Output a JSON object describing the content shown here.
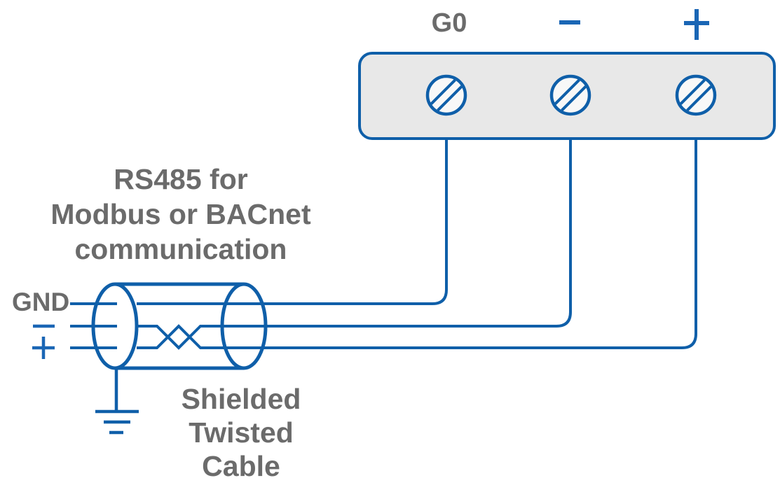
{
  "terminal_block": {
    "terminals": [
      {
        "label": "G0",
        "connects_to_wire": "GND"
      },
      {
        "label": "−",
        "connects_to_wire": "−"
      },
      {
        "label": "+",
        "connects_to_wire": "+"
      }
    ]
  },
  "cable": {
    "wire_labels": [
      "GND",
      "−",
      "+"
    ],
    "annotation": [
      "Shielded",
      "Twisted",
      "Cable"
    ]
  },
  "notes": {
    "rs485": [
      "RS485 for",
      "Modbus or BACnet",
      "communication"
    ]
  },
  "colors": {
    "wire_blue": "#0F5FA9",
    "symbol_blue": "#1A66B5",
    "label_gray": "#6B6B6B",
    "block_fill": "#E8E8E8",
    "screw_fill": "#F8F8F8",
    "background": "#FFFFFF"
  }
}
